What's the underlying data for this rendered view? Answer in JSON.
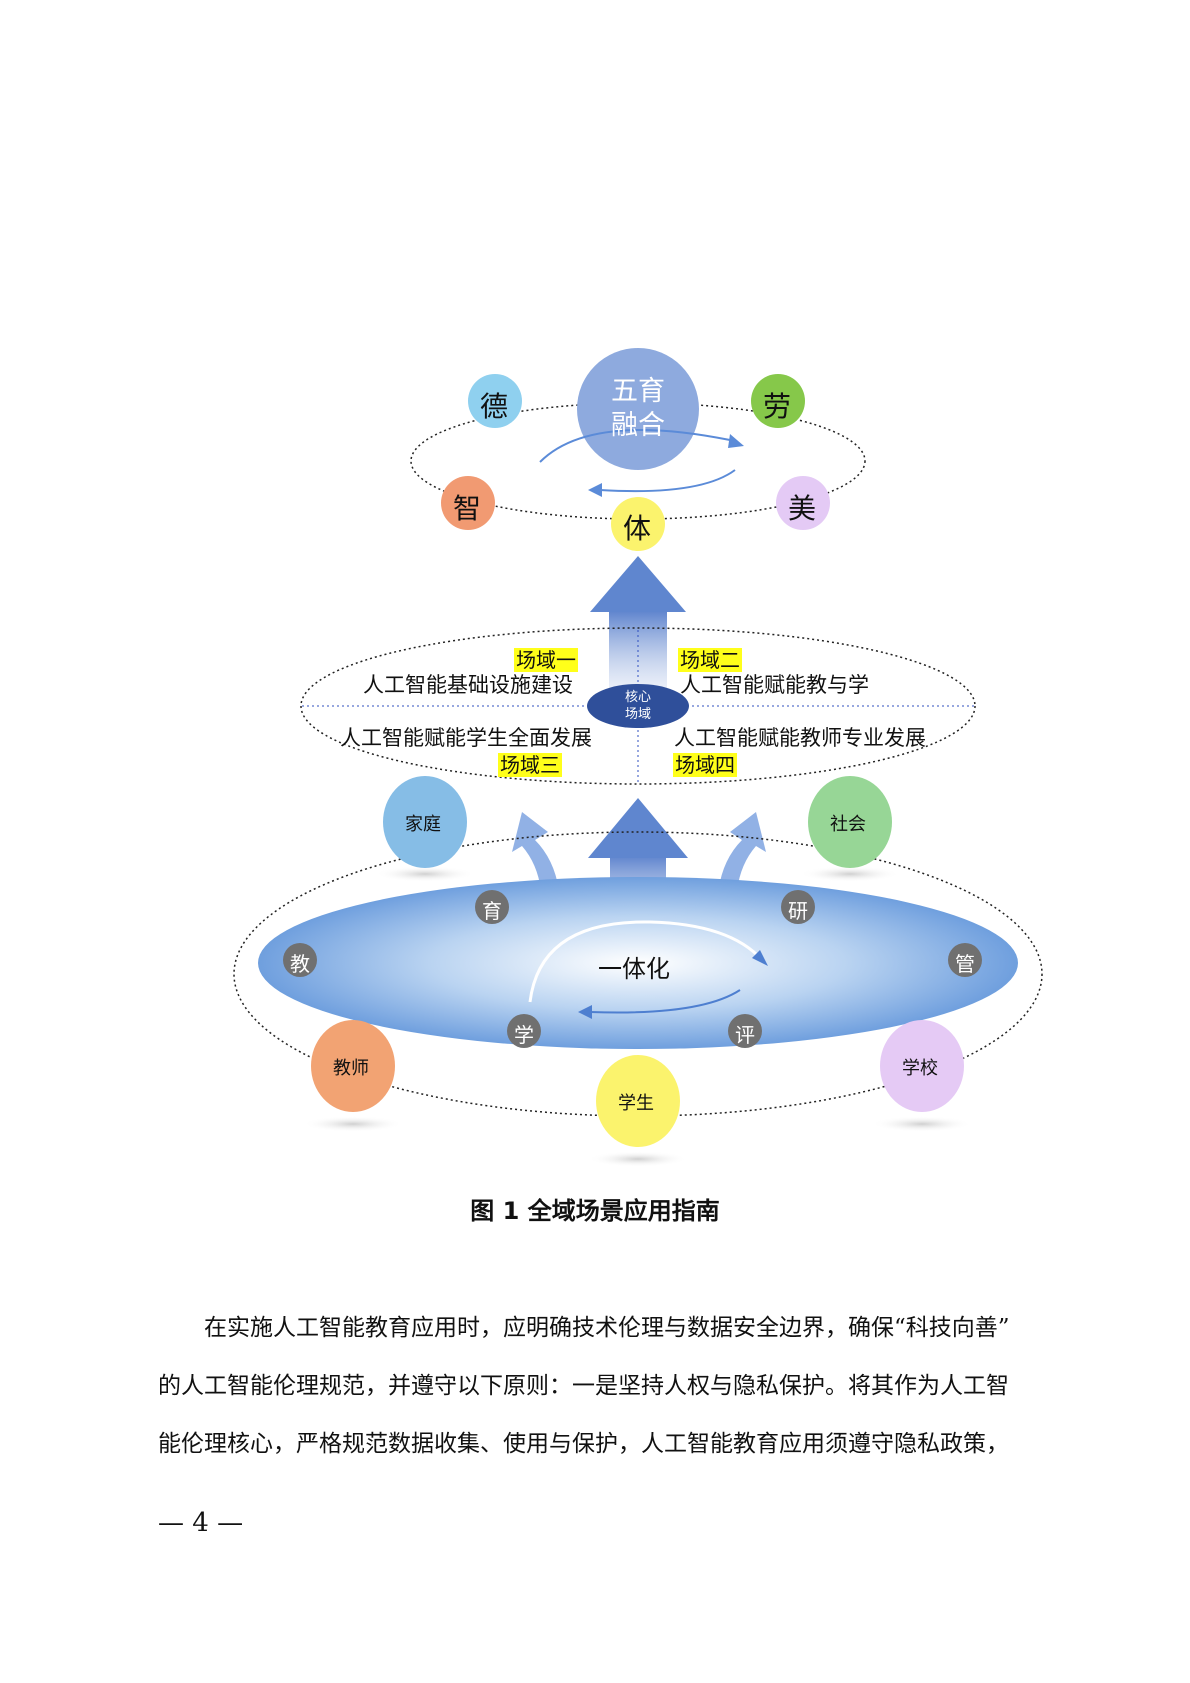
{
  "figure": {
    "top_ring": {
      "center": "五育\n融合",
      "virtues": [
        "德",
        "劳",
        "智",
        "体",
        "美"
      ]
    },
    "middle_ring": {
      "core": "核心\n场域",
      "zones": [
        {
          "tag": "场域一",
          "label": "人工智能基础设施建设"
        },
        {
          "tag": "场域二",
          "label": "人工智能赋能教与学"
        },
        {
          "tag": "场域三",
          "label": "人工智能赋能学生全面发展"
        },
        {
          "tag": "场域四",
          "label": "人工智能赋能教师专业发展"
        }
      ]
    },
    "bottom_ring": {
      "center": "一体化",
      "processes": [
        "育",
        "研",
        "教",
        "管",
        "学",
        "评"
      ],
      "actors": [
        "家庭",
        "社会",
        "教师",
        "学生",
        "学校"
      ]
    },
    "colors": {
      "de": "#8fd0ef",
      "lao": "#86c84a",
      "zhi": "#f19a72",
      "ti": "#fbf36d",
      "mei": "#e4caf5",
      "center": "#8eaade",
      "core": "#2f4f9a",
      "disc": "#8ab4e6",
      "process": "#707070",
      "jiating": "#86bde6",
      "shehui": "#97d696",
      "jiaoshi": "#f2a373",
      "xuesheng": "#fbf36d",
      "xuexiao": "#e5caf5",
      "highlight": "#ffff1a"
    }
  },
  "caption": "图 1  全域场景应用指南",
  "paragraph_lines": [
    "在实施人工智能教育应用时，应明确技术伦理与数据安全边界，确保“科技向善”",
    "的人工智能伦理规范，并遵守以下原则：一是坚持人权与隐私保护。将其作为人工智",
    "能伦理核心，严格规范数据收集、使用与保护，人工智能教育应用须遵守隐私政策，"
  ],
  "page_number": "— 4 —"
}
